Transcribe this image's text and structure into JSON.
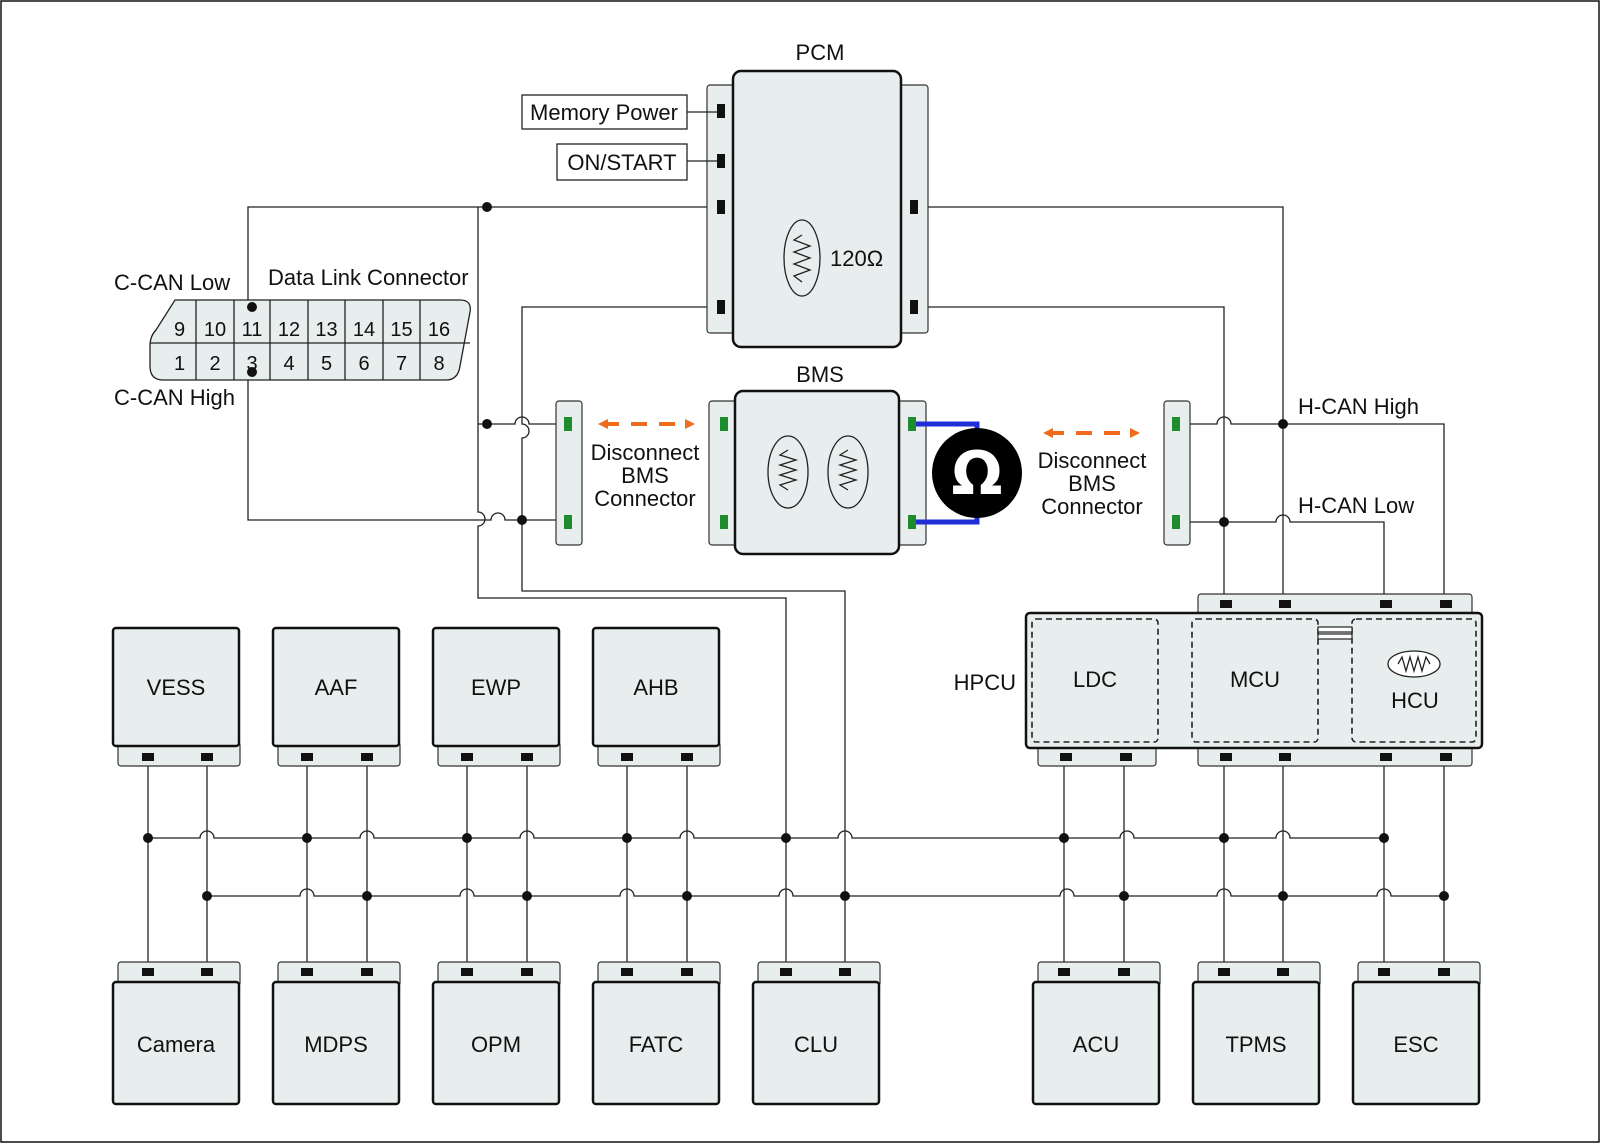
{
  "pcm": {
    "title": "PCM",
    "resistor": "120Ω"
  },
  "inputs": {
    "memory_power": "Memory Power",
    "on_start": "ON/START"
  },
  "dlc": {
    "title": "Data Link Connector",
    "ccan_low": "C-CAN Low",
    "ccan_high": "C-CAN High",
    "pins_top": [
      "9",
      "10",
      "11",
      "12",
      "13",
      "14",
      "15",
      "16"
    ],
    "pins_bottom": [
      "1",
      "2",
      "3",
      "4",
      "5",
      "6",
      "7",
      "8"
    ]
  },
  "bms": {
    "title": "BMS"
  },
  "disconnect_left": {
    "line1": "Disconnect",
    "line2": "BMS",
    "line3": "Connector"
  },
  "disconnect_right": {
    "line1": "Disconnect",
    "line2": "BMS",
    "line3": "Connector"
  },
  "ohmmeter": {
    "symbol": "Ω"
  },
  "hcan": {
    "high": "H-CAN High",
    "low": "H-CAN Low"
  },
  "hpcu": {
    "label": "HPCU",
    "ldc": "LDC",
    "mcu": "MCU",
    "hcu": "HCU"
  },
  "modules_top": [
    "VESS",
    "AAF",
    "EWP",
    "AHB"
  ],
  "modules_bottom": [
    "Camera",
    "MDPS",
    "OPM",
    "FATC",
    "CLU",
    "ACU",
    "TPMS",
    "ESC"
  ],
  "colors": {
    "module_fill": "#e8eeee",
    "arrow": "#f26a1b",
    "meter_lead": "#1f2ed6",
    "pin_green": "#1e8c2e"
  }
}
